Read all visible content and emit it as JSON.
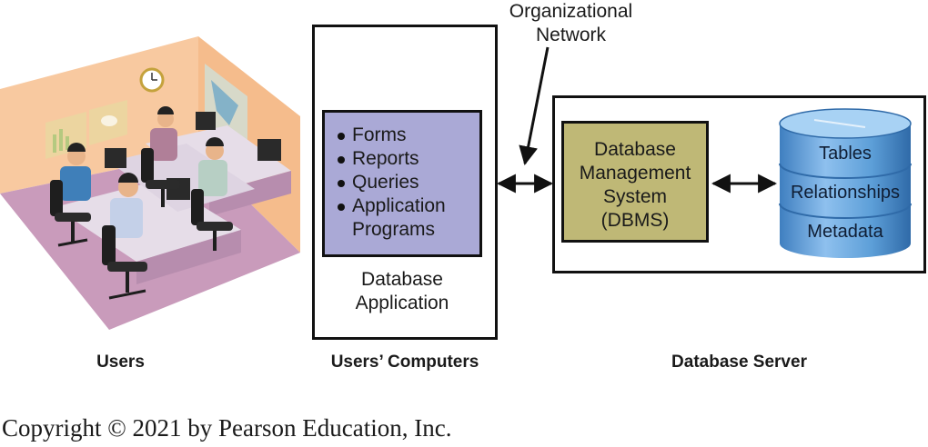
{
  "users": {
    "label": "Users"
  },
  "users_computers": {
    "label": "Users’ Computers",
    "app_items": [
      "Forms",
      "Reports",
      "Queries",
      "Application",
      "Programs"
    ],
    "app_caption_line1": "Database",
    "app_caption_line2": "Application"
  },
  "network": {
    "line1": "Organizational",
    "line2": "Network"
  },
  "server": {
    "label": "Database Server",
    "dbms_lines": [
      "Database",
      "Management",
      "System",
      "(DBMS)"
    ],
    "db_items": [
      "Tables",
      "Relationships",
      "Metadata"
    ]
  },
  "copyright": "Copyright © 2021 by Pearson Education, Inc.",
  "colors": {
    "room_wall": "#f8c9a0",
    "room_floor": "#c89ab8",
    "app_box": "#aaa9d6",
    "dbms_box": "#bfb876",
    "cylinder": "#5d9fd8"
  }
}
